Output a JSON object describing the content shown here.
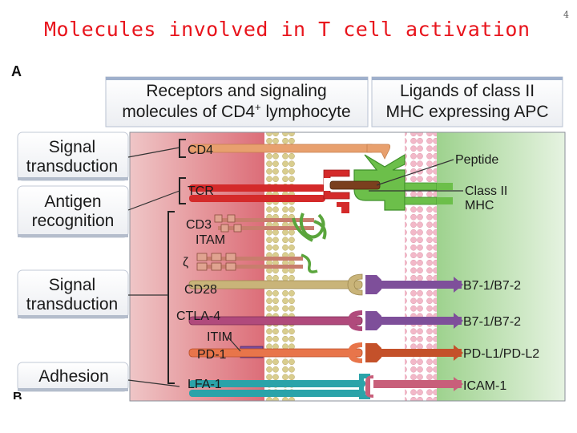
{
  "slide": {
    "title": "Molecules involved in T cell activation",
    "page_number": "4",
    "panel_letter": "A",
    "next_panel_letter": "B"
  },
  "headers": {
    "left_line1": "Receptors and signaling",
    "left_line2_prefix": "molecules of CD4",
    "left_line2_sup": "+",
    "left_line2_suffix": " lymphocyte",
    "right_line1": "Ligands of class II",
    "right_line2": "MHC expressing APC"
  },
  "side_labels": {
    "signal_1": [
      "Signal",
      "transduction"
    ],
    "antigen": [
      "Antigen",
      "recognition"
    ],
    "signal_2": [
      "Signal",
      "transduction"
    ],
    "adhesion": [
      "Adhesion"
    ]
  },
  "t_cell_molecules": {
    "cd4": "CD4",
    "tcr": "TCR",
    "cd3": "CD3",
    "itam": "ITAM",
    "zeta": "ζ",
    "cd28": "CD28",
    "ctla4": "CTLA-4",
    "itim": "ITIM",
    "pd1": "PD-1",
    "lfa1": "LFA-1"
  },
  "apc_ligands": {
    "peptide": "Peptide",
    "class2_line1": "Class II",
    "class2_line2": "MHC",
    "b7_1": "B7-1/B7-2",
    "b7_2": "B7-1/B7-2",
    "pdl": "PD-L1/PD-L2",
    "icam": "ICAM-1"
  },
  "colors": {
    "title": "#e8141c",
    "cd4": "#e8a06e",
    "tcr": "#d42a2a",
    "mhc": "#6cbf4a",
    "peptide": "#7a3f1e",
    "cd28": "#c9b479",
    "b7": "#7e4f9a",
    "pd1": "#e8754a",
    "pdl": "#c4512a",
    "lfa1": "#2aa3a9",
    "icam": "#c85f7a",
    "itim": "#7a4d9c",
    "t_cell_bg": "#e4848a",
    "apc_bg": "#a9d89a"
  }
}
